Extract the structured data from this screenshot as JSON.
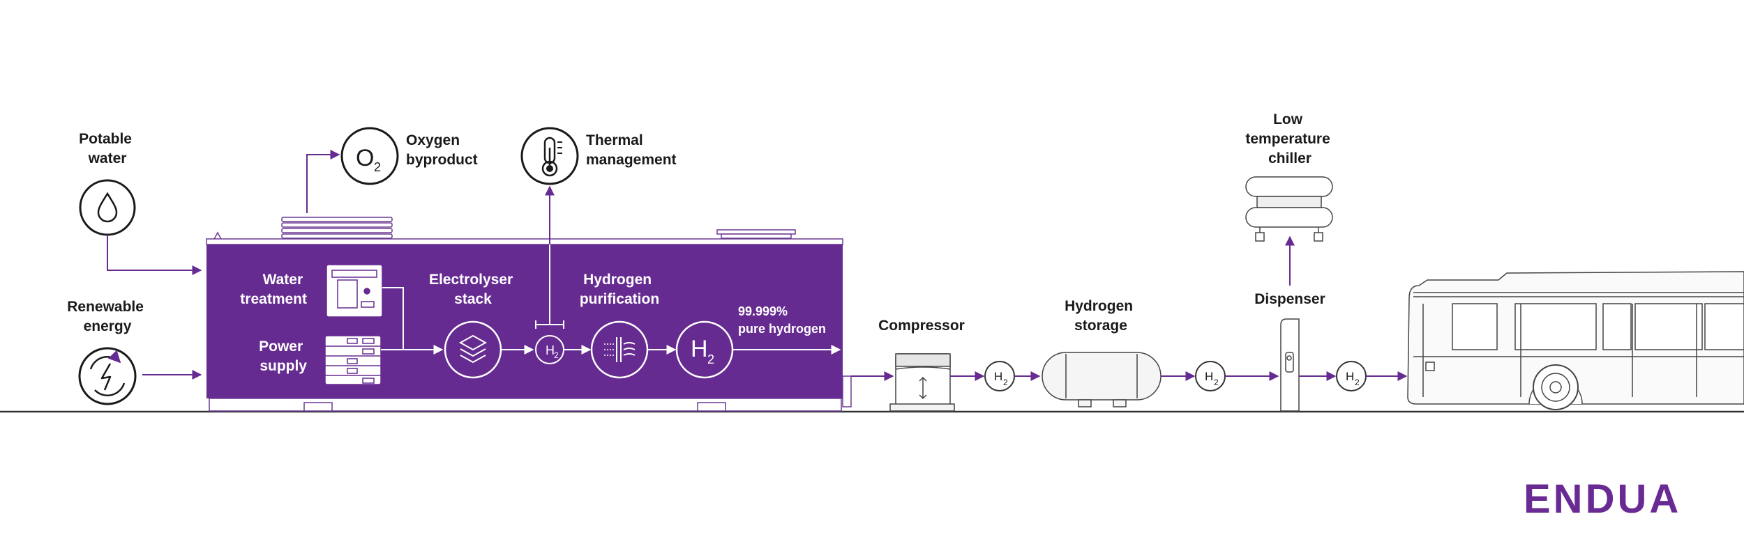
{
  "colors": {
    "purple": "#662b91",
    "ink": "#1a1a1a",
    "outline": "#6b6b6b"
  },
  "inputs": {
    "potable_water": [
      "Potable",
      "water"
    ],
    "renewable_energy": [
      "Renewable",
      "energy"
    ]
  },
  "outputs": {
    "oxygen": {
      "symbol": "O",
      "subscript": "2",
      "label": [
        "Oxygen",
        "byproduct"
      ]
    },
    "thermal": {
      "label": [
        "Thermal",
        "management"
      ]
    }
  },
  "container": {
    "water_treatment": [
      "Water",
      "treatment"
    ],
    "power_supply": [
      "Power",
      "supply"
    ],
    "electrolyser_stack": [
      "Electrolyser",
      "stack"
    ],
    "hydrogen_purification": [
      "Hydrogen",
      "purification"
    ],
    "purity": [
      "99.999%",
      "pure hydrogen"
    ],
    "h2_symbol": "H",
    "h2_subscript": "2"
  },
  "stations": {
    "compressor": "Compressor",
    "hydrogen_storage": [
      "Hydrogen",
      "storage"
    ],
    "chiller": [
      "Low",
      "temperature",
      "chiller"
    ],
    "dispenser": "Dispenser"
  },
  "h2_marker": {
    "symbol": "H",
    "subscript": "2"
  },
  "icons": [
    "water-drop-icon",
    "renewable-energy-icon",
    "oxygen-icon",
    "thermometer-icon",
    "layers-icon",
    "purification-icon",
    "hydrogen-icon",
    "bus-icon"
  ],
  "logo": "ENDUA"
}
